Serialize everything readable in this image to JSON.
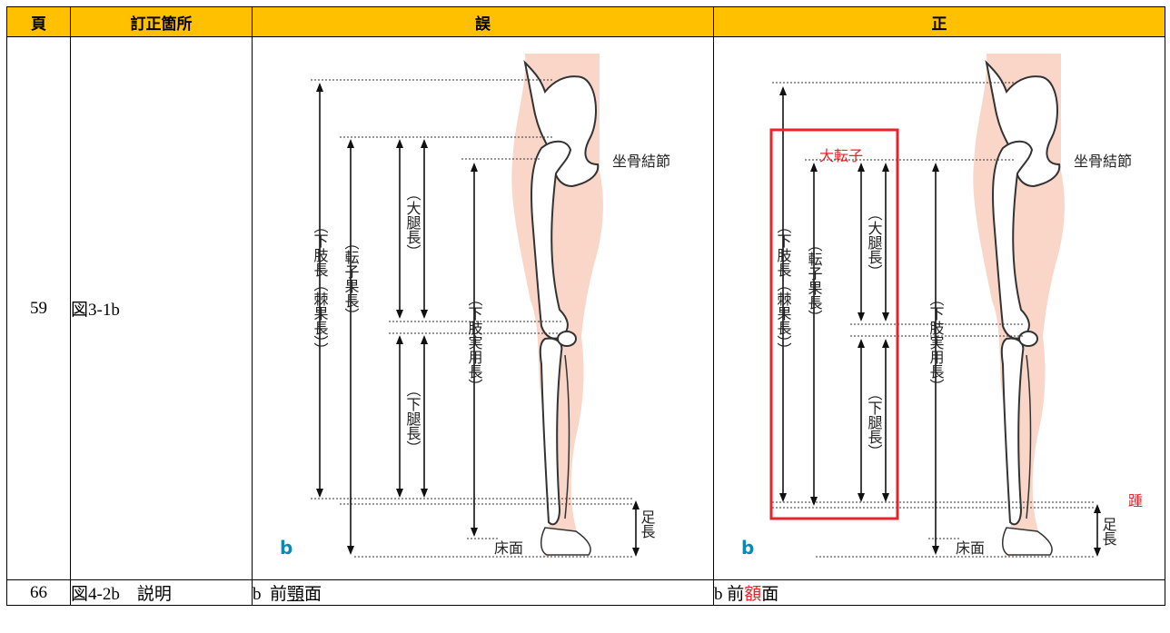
{
  "table": {
    "headers": [
      "頁",
      "訂正箇所",
      "誤",
      "正"
    ],
    "rows": [
      {
        "page": "59",
        "location": "図3-1b",
        "wrong_figure": {
          "label": "b",
          "total_length": "（下肢長（棘果長））",
          "trochanter_length": "（転子果長）",
          "thigh_length": "（大腿長）",
          "lower_leg_length": "（下腿長）",
          "actual_length": "（下肢実用長）",
          "ischial": "坐骨結節",
          "floor": "床面",
          "foot_length": "足長"
        },
        "correct_figure": {
          "label": "b",
          "total_length": "（下肢長（棘果長））",
          "trochanter_length": "（転子果長）",
          "thigh_length": "（大腿長）",
          "lower_leg_length": "（下腿長）",
          "actual_length": "（下肢実用長）",
          "ischial": "坐骨結節",
          "floor": "床面",
          "foot_length": "足長",
          "greater_trochanter": "大転子",
          "heel": "踵",
          "highlight_color": "#e8232a"
        }
      },
      {
        "page": "66",
        "location": "図4-2b　説明",
        "wrong_text": {
          "prefix": "b  前",
          "highlight": "顎",
          "suffix": "面"
        },
        "correct_text": {
          "prefix": "b 前",
          "highlight": "額",
          "suffix": "面"
        }
      }
    ]
  }
}
